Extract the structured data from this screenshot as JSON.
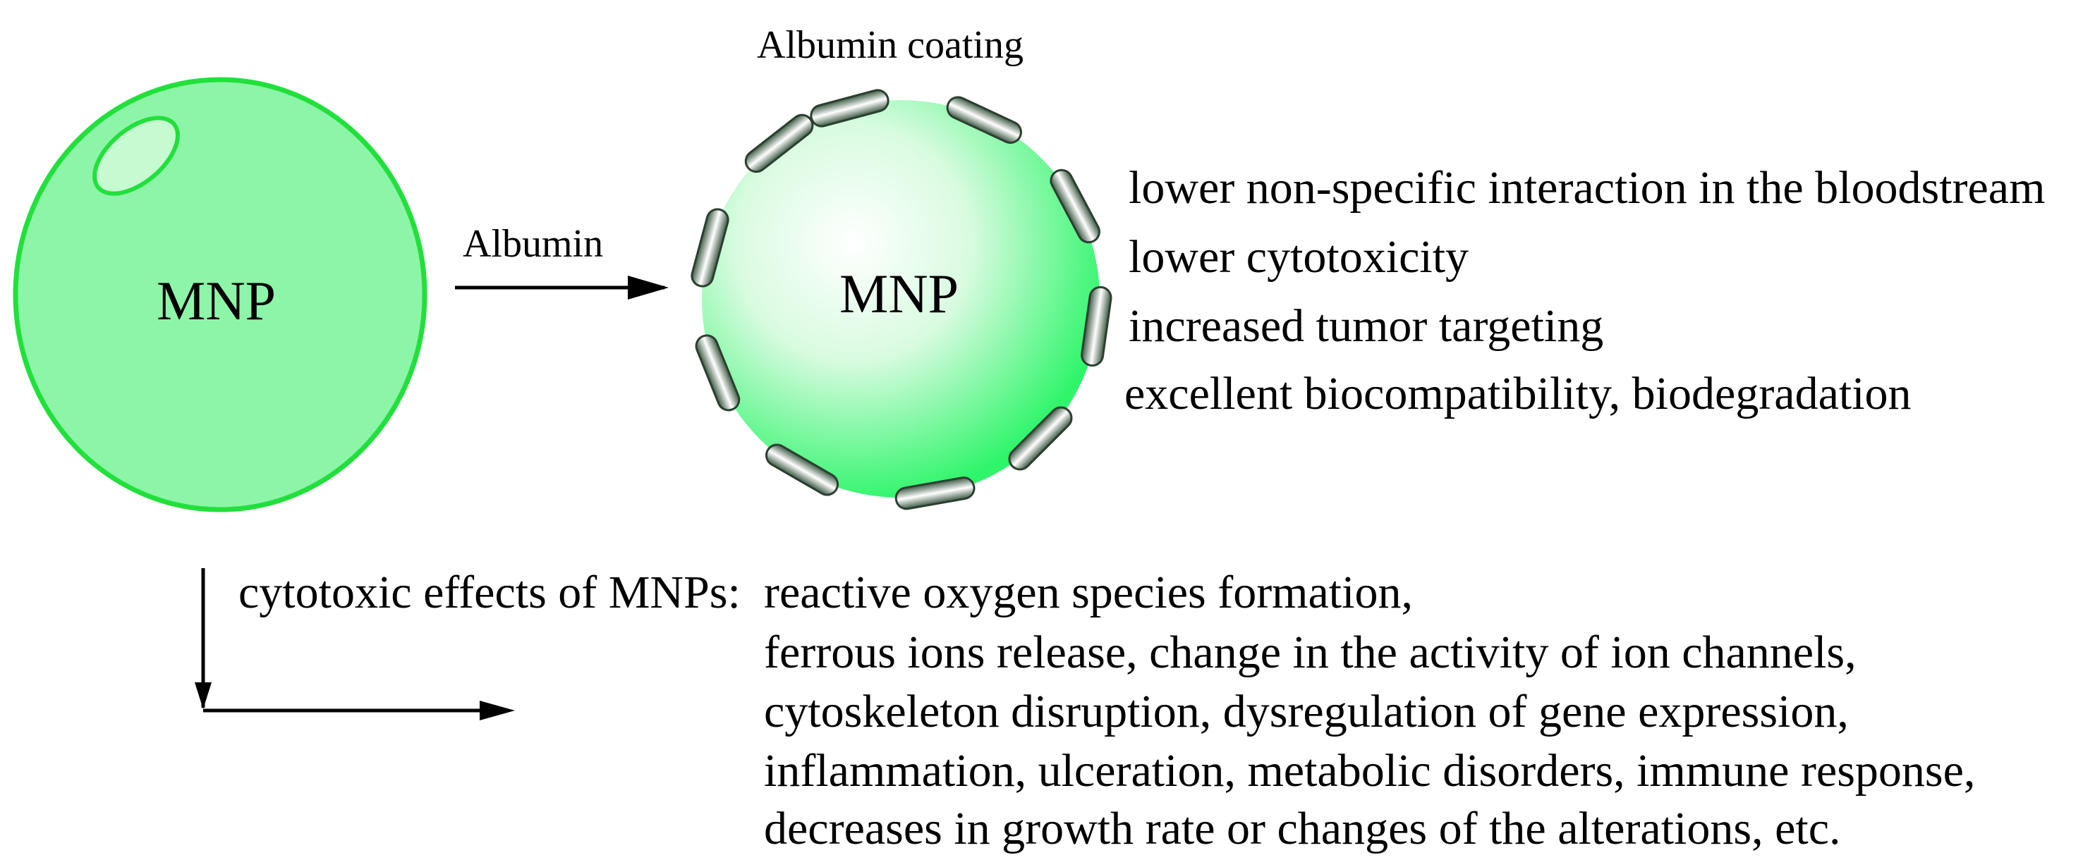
{
  "left_particle": {
    "label": "MNP"
  },
  "coated_particle": {
    "label": "MNP",
    "coating_label": "Albumin coating"
  },
  "reaction_arrow": {
    "label": "Albumin"
  },
  "properties": [
    "lower non-specific interaction in the bloodstream",
    "lower cytotoxicity",
    "increased tumor targeting",
    "excellent biocompatibility, biodegradation"
  ],
  "cytotoxic": {
    "heading": "cytotoxic effects of MNPs:",
    "lines": [
      "reactive oxygen species formation,",
      "ferrous ions release, change in the activity of ion channels,",
      "cytoskeleton disruption, dysregulation of gene expression,",
      "inflammation, ulceration, metabolic disorders, immune response,",
      "decreases in growth rate or changes of the alterations, etc."
    ]
  },
  "colors": {
    "particle_fill": "#8df5a8",
    "particle_stroke": "#22e03c",
    "coat_dark": "#3d5a44",
    "coat_light": "#ffffff"
  }
}
